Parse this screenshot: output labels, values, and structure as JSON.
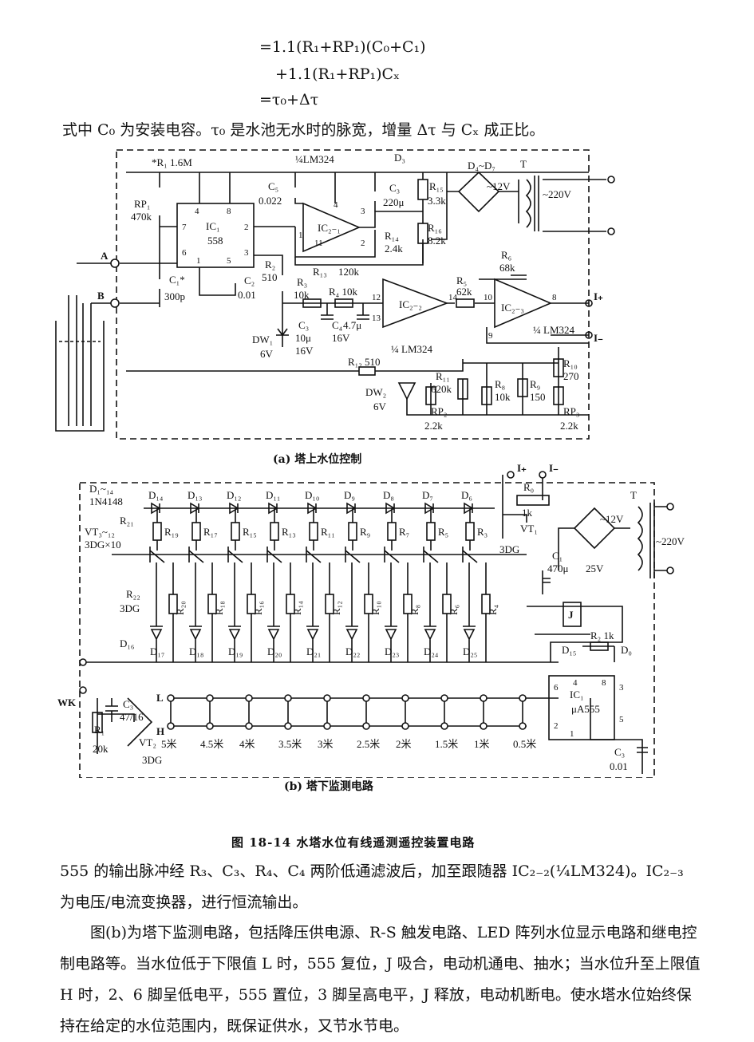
{
  "equations": {
    "line1": "=1.1(R₁+RP₁)(C₀+C₁)",
    "line2": "+1.1(R₁+RP₁)Cₓ",
    "line3": "=τ₀+Δτ"
  },
  "paragraph_top": "式中 C₀ 为安装电容。τ₀ 是水池无水时的脉宽，增量 Δτ 与 Cₓ 成正比。",
  "figure_a": {
    "caption": "(a) 塔上水位控制",
    "labels": {
      "r1": "*R₁ 1.6M",
      "rp1": "RP₁",
      "rp1_val": "470k",
      "ic1": "IC₁",
      "ic1_sub": "558",
      "lm324_top": "¼LM324",
      "d3": "D₃",
      "d4d7": "D₄~D₇",
      "t": "T",
      "v12": "~12V",
      "v220": "~220V",
      "c5": "C₅",
      "c5_val": "0.022",
      "c3": "C₃",
      "c3_val": "220μ",
      "r15": "R₁₅",
      "r15_val": "3.3k",
      "r16": "R₁₆",
      "r16_val": "8.2k",
      "r14": "R₁₄",
      "r14_val": "2.4k",
      "r13": "R₁₃",
      "r13_val": "120k",
      "ic21": "IC₂₋₁",
      "a": "A",
      "b": "B",
      "c1": "C₁*",
      "c1_val": "300p",
      "c2": "C₂",
      "c2_val": "0.01",
      "r2": "R₂",
      "r2_val": "510",
      "r3": "R₃",
      "r3_val": "10k",
      "r4": "R₄ 10k",
      "dw1": "DW₁",
      "dw1_val": "6V",
      "c3b": "C₃",
      "c3b_val": "10μ",
      "c3b_v": "16V",
      "c4": "C₄",
      "c4_val": "4.7μ",
      "c4_v": "16V",
      "ic22": "IC₂₋₂",
      "lm324_mid": "¼ LM324",
      "r5": "R₅",
      "r5_val": "62k",
      "r6": "R₆",
      "r6_val": "68k",
      "ic23": "IC₂₋₃",
      "lm324_right": "¼ LM324",
      "iplus": "I₊",
      "iminus": "I₋",
      "r12": "R₁₂ 510",
      "dw2": "DW₂",
      "dw2_val": "6V",
      "r11": "R₁₁",
      "r11_val": "620k",
      "rp2": "RP₂",
      "rp2_val": "2.2k",
      "r8": "R₈",
      "r8_val": "10k",
      "r9": "R₉",
      "r9_val": "150",
      "r10": "R₁₀",
      "r10_val": "270",
      "rp3": "RP₃",
      "rp3_val": "2.2k",
      "pin4": "4",
      "pin8": "8",
      "pin7": "7",
      "pin6": "6",
      "pin1": "1",
      "pin5": "5",
      "pin2": "2",
      "pin3": "3",
      "p12": "12",
      "p13": "13",
      "p14": "14",
      "p10": "10",
      "p9": "9",
      "p8": "8",
      "p11": "11"
    }
  },
  "figure_b": {
    "caption": "(b) 塔下监测电路",
    "labels": {
      "d1_14": "D₁~₁₄",
      "in4148": "1N4148",
      "vt": "VT₃~₁₂",
      "dg": "3DG×10",
      "r21": "R₂₁",
      "r22": "R₂₂",
      "dg2": "3DG",
      "d16": "D₁₆",
      "iplus": "I₊",
      "iminus": "I₋",
      "r0": "R₀",
      "r0_val": "1k",
      "vt1": "VT₁",
      "vt1_dg": "3DG",
      "c1": "C₁",
      "c1_val": "470μ",
      "c1_v": "25V",
      "v12": "~12V",
      "t": "T",
      "v220": "~220V",
      "j": "J",
      "r2": "R₂ 1k",
      "d15": "D₁₅",
      "d0": "D₀",
      "ic1": "IC₁",
      "ic1_sub": "μA555",
      "c3": "C₃",
      "c3_val": "0.01",
      "c3l": "C₃",
      "c3l_val": "47/16",
      "r1": "R₁",
      "r1_val": "20k",
      "vt2": "VT₂",
      "vt2_dg": "3DG",
      "wk": "WK",
      "l": "L",
      "h": "H",
      "p6": "6",
      "p4": "4",
      "p8": "8",
      "p3": "3",
      "p2": "2",
      "p5": "5",
      "p1": "1"
    },
    "diodes_top": [
      "D₁₄",
      "D₁₃",
      "D₁₂",
      "D₁₁",
      "D₁₀",
      "D₉",
      "D₈",
      "D₇",
      "D₆"
    ],
    "resistors_top": [
      "R₁₉",
      "R₁₇",
      "R₁₅",
      "R₁₃",
      "R₁₁",
      "R₉",
      "R₇",
      "R₅",
      "R₃"
    ],
    "resistors_mid": [
      "R₂₀",
      "R₁₈",
      "R₁₆",
      "R₁₄",
      "R₁₂",
      "R₁₀",
      "R₈",
      "R₆",
      "R₄"
    ],
    "leds": [
      "D₁₇",
      "D₁₈",
      "D₁₉",
      "D₂₀",
      "D₂₁",
      "D₂₂",
      "D₂₃",
      "D₂₄",
      "D₂₅"
    ],
    "levels": [
      "5米",
      "4.5米",
      "4米",
      "3.5米",
      "3米",
      "2.5米",
      "2米",
      "1.5米",
      "1米",
      "0.5米"
    ]
  },
  "figure_title": "图 18-14   水塔水位有线遥测遥控装置电路",
  "paragraph_1": "555 的输出脉冲经 R₃、C₃、R₄、C₄ 两阶低通滤波后，加至跟随器 IC₂₋₂(¼LM324)。IC₂₋₃ 为电压/电流变换器，进行恒流输出。",
  "paragraph_2": "图(b)为塔下监测电路，包括降压供电源、R-S 触发电路、LED 阵列水位显示电路和继电控制电路等。当水位低于下限值 L 时，555 复位，J 吸合，电动机通电、抽水；当水位升至上限值 H 时，2、6 脚呈低电平，555 置位，3 脚呈高电平，J 释放，电动机断电。使水塔水位始终保持在给定的水位范围内，既保证供水，又节水节电。"
}
